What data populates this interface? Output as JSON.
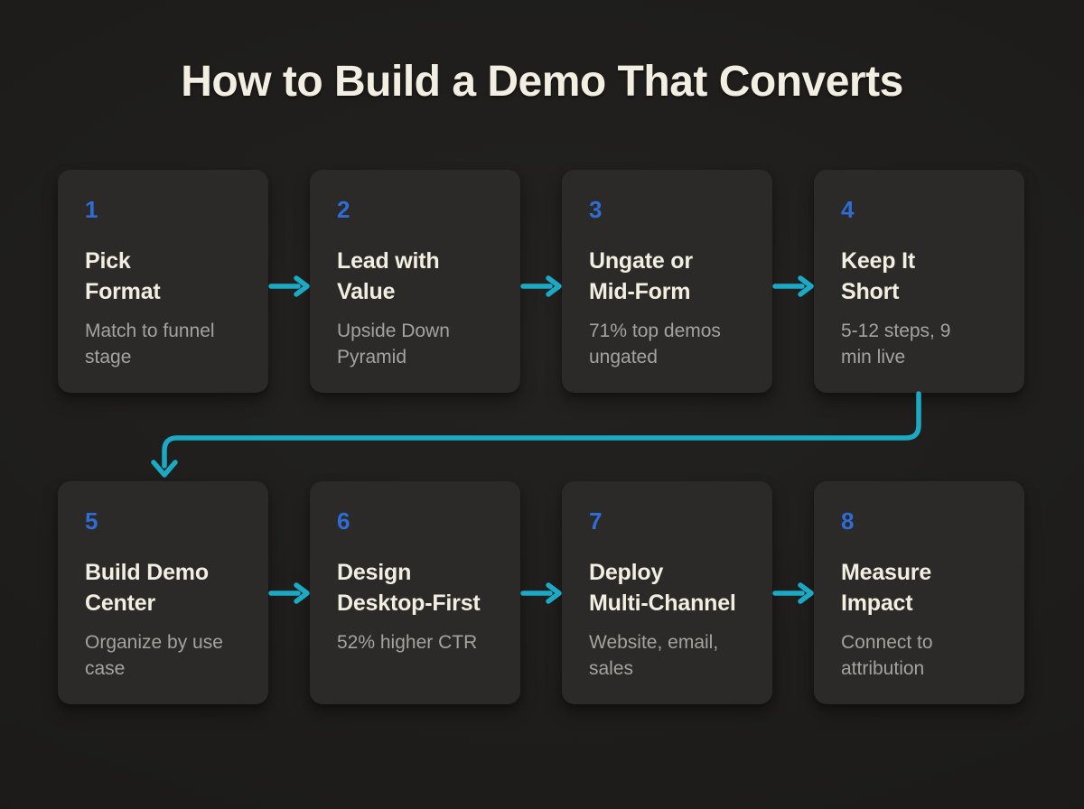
{
  "title": "How to Build a Demo That Converts",
  "colors": {
    "background": "#1d1c1a",
    "card": "#2b2a28",
    "accent_teal": "#1ba9c4",
    "number_blue": "#2f6cd4",
    "title_cream": "#f2eee1",
    "description_gray": "#a5a39e"
  },
  "icons": {
    "step_connector": "arrow-right-icon",
    "row_wrap_connector": "elbow-down-arrow-icon"
  },
  "steps": [
    {
      "number": "1",
      "title": "Pick\nFormat",
      "description": "Match to funnel\nstage"
    },
    {
      "number": "2",
      "title": "Lead with\nValue",
      "description": "Upside Down\nPyramid"
    },
    {
      "number": "3",
      "title": "Ungate or\nMid-Form",
      "description": "71% top demos\nungated"
    },
    {
      "number": "4",
      "title": "Keep It\nShort",
      "description": "5-12 steps, 9\nmin live"
    },
    {
      "number": "5",
      "title": "Build Demo\nCenter",
      "description": "Organize by use\ncase"
    },
    {
      "number": "6",
      "title": "Design\nDesktop-First",
      "description": "52% higher CTR"
    },
    {
      "number": "7",
      "title": "Deploy\nMulti-Channel",
      "description": "Website, email,\nsales"
    },
    {
      "number": "8",
      "title": "Measure\nImpact",
      "description": "Connect to\nattribution"
    }
  ]
}
